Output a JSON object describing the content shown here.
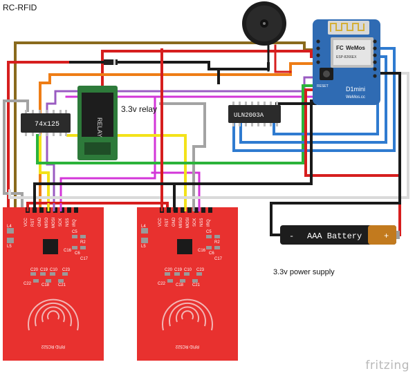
{
  "title": "RC-RFID",
  "relay_label": "3.3v relay",
  "power_label": "3.3v power supply",
  "ic_74": "74x125",
  "ic_uln": "ULN2003A",
  "battery_text": "AAA Battery",
  "battery_minus": "-",
  "battery_plus": "+",
  "board": {
    "brand": "WeMos",
    "model": "D1mini",
    "site": "WeMos.cc",
    "reset": "RESET"
  },
  "rfid_pins": [
    "VCC",
    "RST",
    "GND",
    "MISO",
    "MOSI",
    "SCK",
    "NSS",
    "IRQ"
  ],
  "rfid_name": "RFID RC522",
  "rfid_components": [
    "L4",
    "L5",
    "C5",
    "R2",
    "C6",
    "C16",
    "C17",
    "C20",
    "C19",
    "C10",
    "C23",
    "C22",
    "C18",
    "C21"
  ],
  "watermark": "fritzing",
  "colors": {
    "rfid_board": "#e8312f",
    "wemos_board": "#2f6bb3",
    "relay_board": "#2d7a3a",
    "wire_red": "#d61e1e",
    "wire_black": "#1a1a1a",
    "wire_yellow": "#f3e21a",
    "wire_orange": "#ee7d16",
    "wire_blue": "#2f7bd0",
    "wire_green": "#2bb33a",
    "wire_magenta": "#d336d8",
    "wire_purple": "#9a5bc2",
    "wire_grey": "#a3a3a3",
    "wire_brown": "#8a6a1d",
    "wire_white": "#d9d9d9"
  }
}
